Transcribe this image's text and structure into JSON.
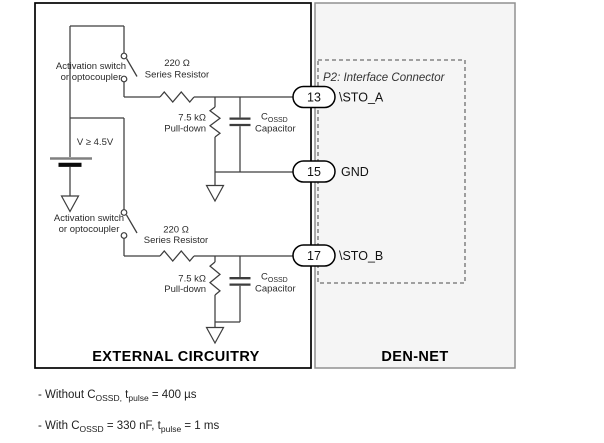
{
  "colors": {
    "wire": "#3d3d3d",
    "external_box_border": "#000000",
    "den_box_fill": "#f5f5f5",
    "den_box_border": "#909090",
    "dashed_border": "#6e6e6e",
    "battery_long_plate": "#808080"
  },
  "boxes": {
    "external_title": "EXTERNAL CIRCUITRY",
    "den_title": "DEN-NET"
  },
  "connector": {
    "title": "P2: Interface Connector",
    "pins": [
      {
        "number": "13",
        "label": "\\STO_A"
      },
      {
        "number": "15",
        "label": "GND"
      },
      {
        "number": "17",
        "label": "\\STO_B"
      }
    ]
  },
  "battery": {
    "label": "V ≥ 4.5V"
  },
  "channels": [
    {
      "switch_line1": "Activation switch",
      "switch_line2": "or optocoupler",
      "series_value": "220 Ω",
      "series_name": "Series Resistor",
      "pulldown_value": "7.5 kΩ",
      "pulldown_name": "Pull-down",
      "cap_base": "C",
      "cap_sub": "OSSD",
      "cap_name": "Capacitor"
    },
    {
      "switch_line1": "Activation switch",
      "switch_line2": "or optocoupler",
      "series_value": "220 Ω",
      "series_name": "Series Resistor",
      "pulldown_value": "7.5 kΩ",
      "pulldown_name": "Pull-down",
      "cap_base": "C",
      "cap_sub": "OSSD",
      "cap_name": "Capacitor"
    }
  ],
  "notes": {
    "line1": {
      "prefix": "- Without C",
      "sub1": "OSSD,",
      "mid": " t",
      "sub2": "pulse",
      "suffix": " = 400 µs"
    },
    "line2": {
      "prefix": "- With C",
      "sub1": "OSSD",
      "mid": " = 330 nF, t",
      "sub2": "pulse",
      "suffix": " = 1 ms"
    }
  }
}
